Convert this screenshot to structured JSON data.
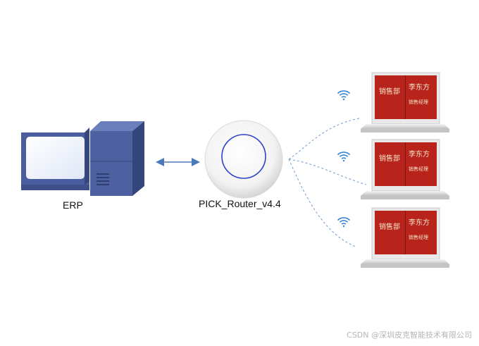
{
  "erp": {
    "label": "ERP"
  },
  "router": {
    "label": "PICK_Router_v4.4"
  },
  "watermark": "CSDN @深圳皮克智能技术有限公司",
  "tag_content": {
    "department": "销售部",
    "name": "李东方",
    "title": "销售经理"
  },
  "colors": {
    "computer_body": "#4a5d9e",
    "screen": "#ffffff",
    "link_arrow": "#4a78b8",
    "wireless_link": "#6f9ad0",
    "router_ring": "#2b44c9",
    "tag_red": "#b8231c",
    "tag_stand": "#d9d9d9"
  }
}
